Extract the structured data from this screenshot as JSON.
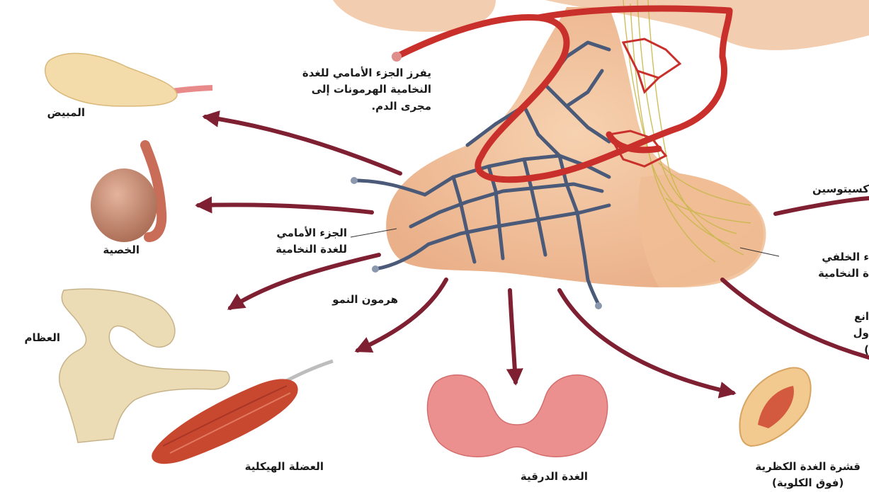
{
  "labels": {
    "anterior_secretes_line1": "يفرز الجزء الأمامي للغدة",
    "anterior_secretes_line2": "النخامية الهرمونات إلى",
    "anterior_secretes_line3": "مجرى الدم.",
    "ovary": "المبيض",
    "testis": "الخصية",
    "anterior_pituitary_line1": "الجزء الأمامي",
    "anterior_pituitary_line2": "للغدة النخامية",
    "growth_hormone": "هرمون النمو",
    "bones": "العظام",
    "skeletal_muscle": "العضلة الهيكلية",
    "thyroid": "الغدة الدرقية",
    "adrenal_cortex_line1": "قشرة الغدة الكظرية",
    "adrenal_cortex_line2": "(فوق الكلوية)",
    "oxytocin_partial": "كسيتوسين",
    "posterior_line1_partial": "ء الخلفي",
    "posterior_line2_partial": "ة النخامية",
    "right_partial_1": "انع",
    "right_partial_2": "ول",
    "right_partial_3": ")"
  },
  "colors": {
    "arrow": "#7e1f32",
    "gland": "#f1c09a",
    "artery": "#c9302c",
    "vein": "#4a5a78",
    "nerve": "#c9b84a",
    "thyroid": "#ec8f8f",
    "muscle": "#c8472f",
    "bone": "#ecdcb5",
    "ovary": "#f3dcaa",
    "testis": "#c98a72",
    "adrenal": "#f2c98f"
  }
}
